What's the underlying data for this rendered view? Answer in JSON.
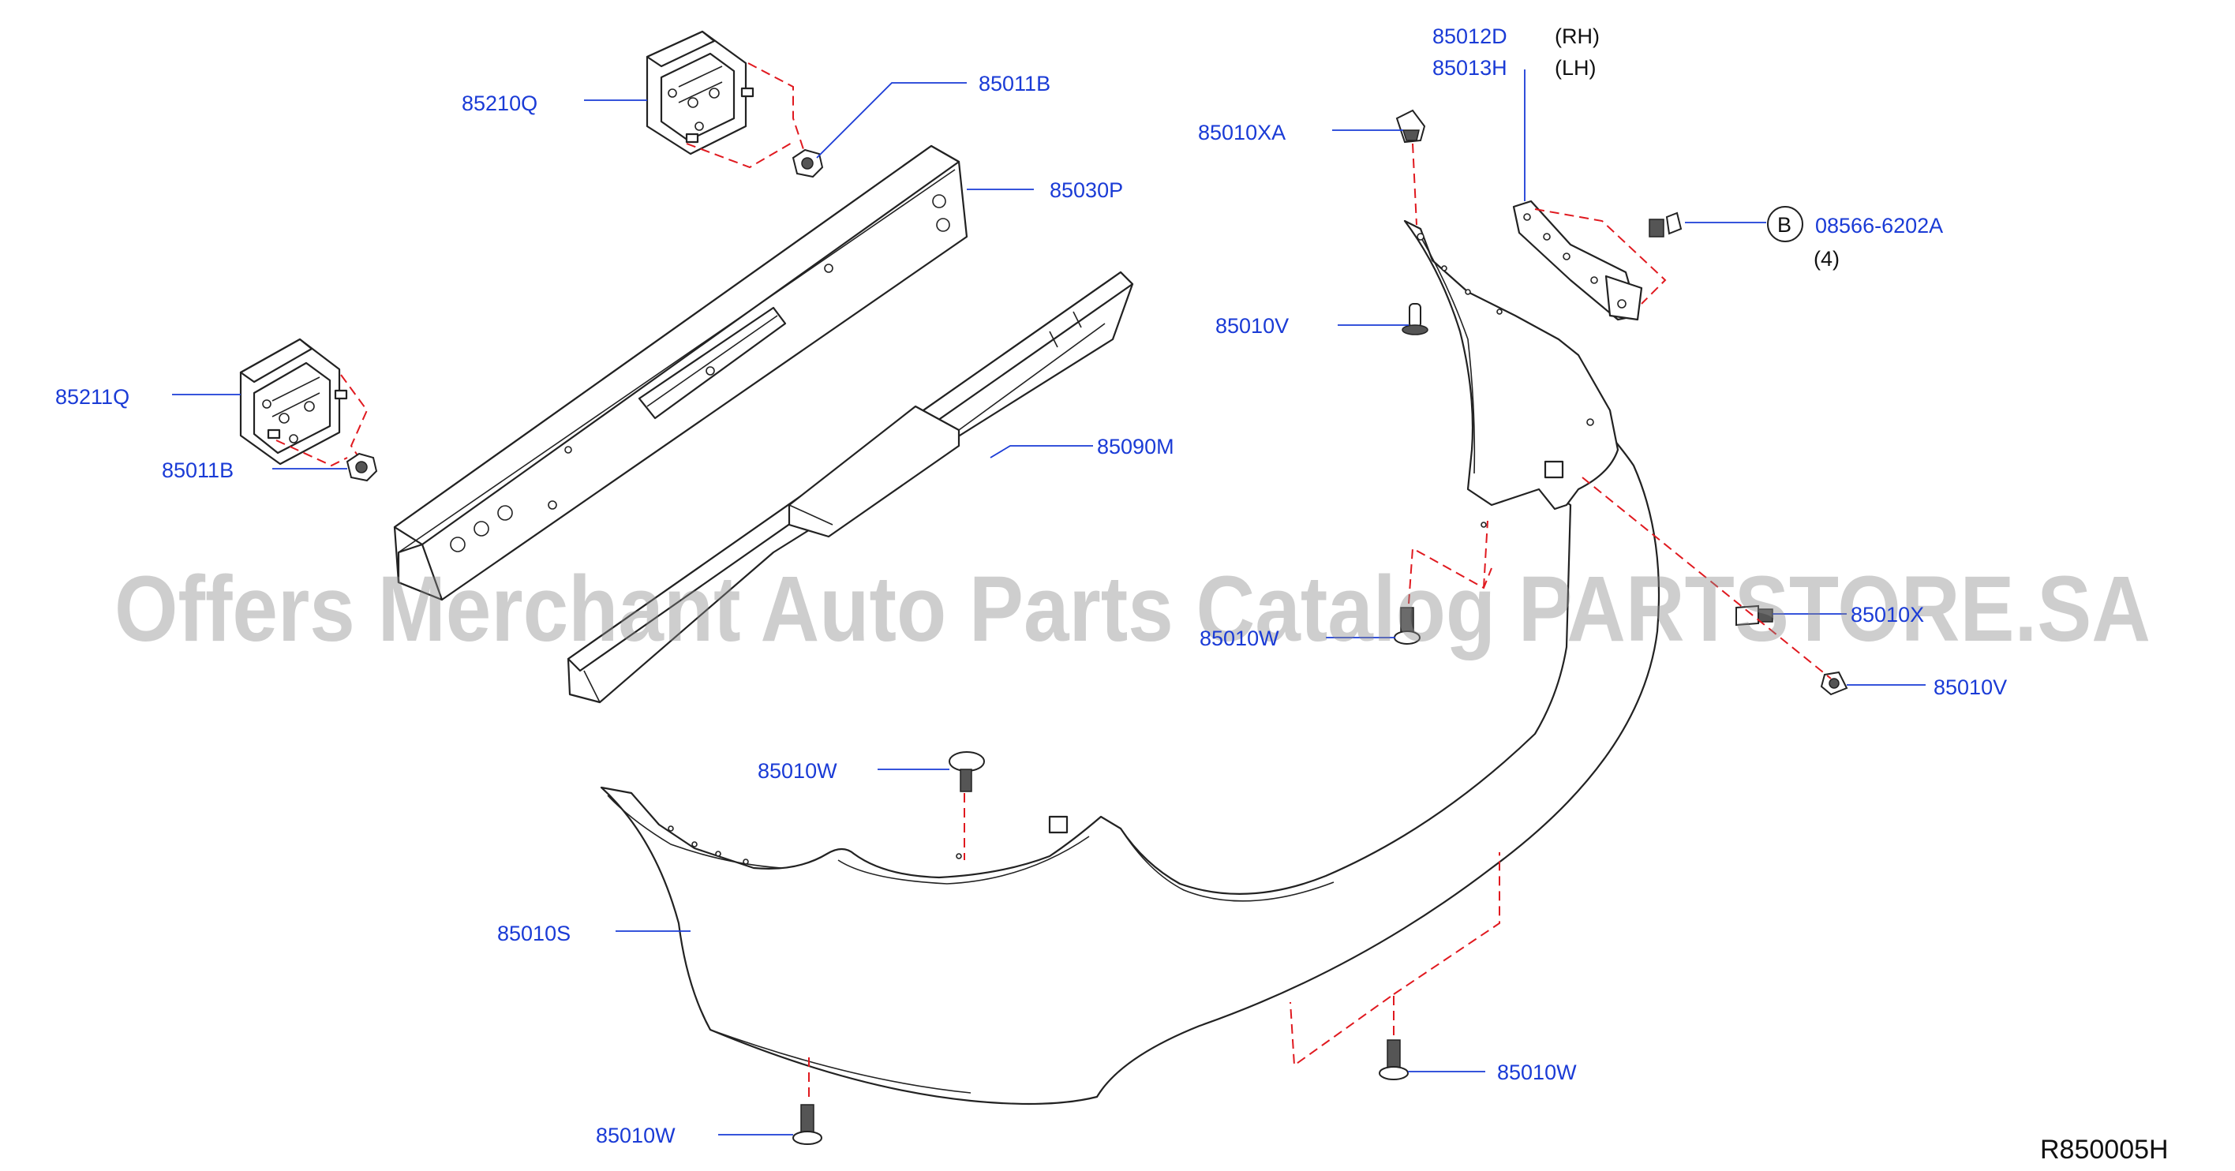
{
  "diagram": {
    "labels": {
      "p85012D": "85012D",
      "rh": "(RH)",
      "p85013H": "85013H",
      "lh": "(LH)",
      "p85210Q": "85210Q",
      "p85011B_top": "85011B",
      "p85010XA": "85010XA",
      "p85030P": "85030P",
      "circle_b": "B",
      "p08566": "08566-6202A",
      "qty4": "(4)",
      "p85010V_left": "85010V",
      "p85211Q": "85211Q",
      "p85090M": "85090M",
      "p85011B_left": "85011B",
      "p85010X_right": "85010X",
      "p85010W_mid": "85010W",
      "p85010V_right": "85010V",
      "p85010W_center": "85010W",
      "p85010S": "85010S",
      "p85010W_bottomright": "85010W",
      "p85010W_bottomleft": "85010W"
    },
    "reference": "R850005H",
    "watermark": "Offers Merchant Auto Parts Catalog PARTSTORE.SA",
    "colors": {
      "label_blue": "#1a3bd6",
      "dash_red": "#e0191f",
      "line_black": "#222222"
    }
  }
}
